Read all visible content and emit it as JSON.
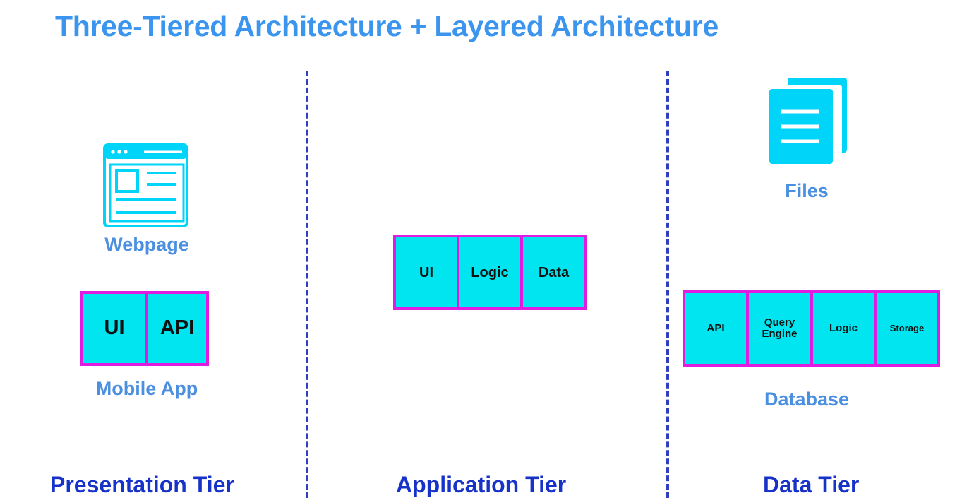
{
  "title": "Three-Tiered Architecture + Layered Architecture",
  "colors": {
    "title": "#3b95ee",
    "tier_label": "#1732c8",
    "caption": "#4a8fe0",
    "cell_fill": "#00e5ef",
    "cell_border": "#e01ce0",
    "divider": "#2f3fbf",
    "icon": "#00d4f8"
  },
  "presentation": {
    "webpage_label": "Webpage",
    "webpage_icon": "webpage-icon",
    "mobile_cells": [
      "UI",
      "API"
    ],
    "mobile_label": "Mobile App",
    "tier_label": "Presentation Tier"
  },
  "application": {
    "cells": [
      "UI",
      "Logic",
      "Data"
    ],
    "tier_label": "Application Tier"
  },
  "data": {
    "files_label": "Files",
    "files_icon": "files-icon",
    "database_cells": [
      "API",
      "Query Engine",
      "Logic",
      "Storage"
    ],
    "database_label": "Database",
    "tier_label": "Data Tier"
  }
}
